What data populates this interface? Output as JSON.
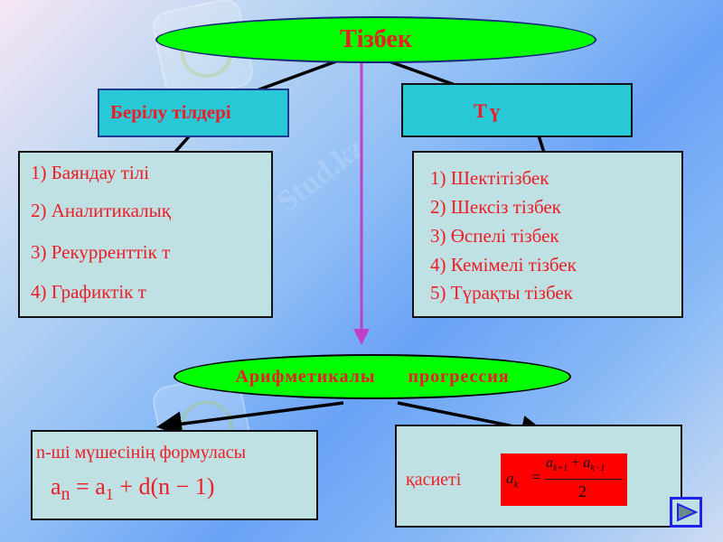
{
  "watermark_text": "Stud.kz",
  "colors": {
    "ellipse_fill": "#00ff00",
    "text_red": "#ee1c25",
    "cyan_box": "#29c8d6",
    "panel": "#bfe1e4",
    "arrow_magenta": "#c040c8",
    "formula_bg": "#ff0000"
  },
  "top": {
    "title": "Тізбек"
  },
  "left_header": {
    "label": "Берілу тілдері"
  },
  "right_header": {
    "label": "Т",
    "overflow_char": "ү"
  },
  "left_list": {
    "items": [
      {
        "num": "1)",
        "text": "Баяндау тілі"
      },
      {
        "num": "2)",
        "text": "Аналитикалы"
      },
      {
        "num": "3)",
        "text": "Рекурренттік т"
      },
      {
        "num": "4)",
        "text": "Графиктік т"
      }
    ],
    "overflow_k": "қ"
  },
  "right_list": {
    "items": [
      {
        "num": "1)",
        "text": "Шектітізбек"
      },
      {
        "num": "2)",
        "text": "Шексіз тізбек"
      },
      {
        "num": "3)",
        "text": "Өспелі тізбек"
      },
      {
        "num": "4)",
        "text": "Кемімелі тізбек"
      },
      {
        "num": "5)",
        "text": "Т"
      }
    ],
    "overflow_lines": [
      "ү",
      "ра",
      "қ",
      "ты тізбек"
    ]
  },
  "middle": {
    "title_left": "Арифметикалы",
    "title_right": "прогрессия"
  },
  "bottom_left": {
    "label": "n-ші мүшесінің формуласы",
    "formula": {
      "lhs": "a",
      "lhs_sub": "n",
      "eq": "=",
      "a1": "a",
      "a1_sub": "1",
      "plus": "+",
      "rest": "d(n − 1)"
    }
  },
  "bottom_right": {
    "label": "қасиеті",
    "formula": {
      "lhs": "a",
      "lhs_sub": "k",
      "eq": "=",
      "num_a1": "a",
      "num_sub1": "k+1",
      "num_plus": "+",
      "num_a2": "a",
      "num_sub2": "k−1",
      "den": "2"
    }
  },
  "nav": {
    "icon": "next-slide-icon"
  }
}
